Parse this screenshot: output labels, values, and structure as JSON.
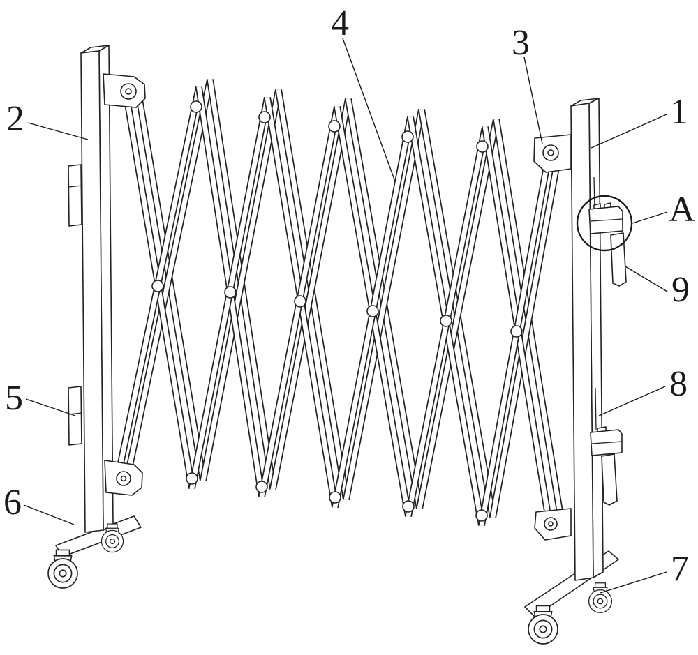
{
  "drawing": {
    "background": "#ffffff",
    "ink": "#222222",
    "labels": {
      "n1": "1",
      "n2": "2",
      "n3": "3",
      "n4": "4",
      "n5": "5",
      "n6": "6",
      "n7": "7",
      "n8": "8",
      "n9": "9",
      "nA": "A"
    }
  }
}
